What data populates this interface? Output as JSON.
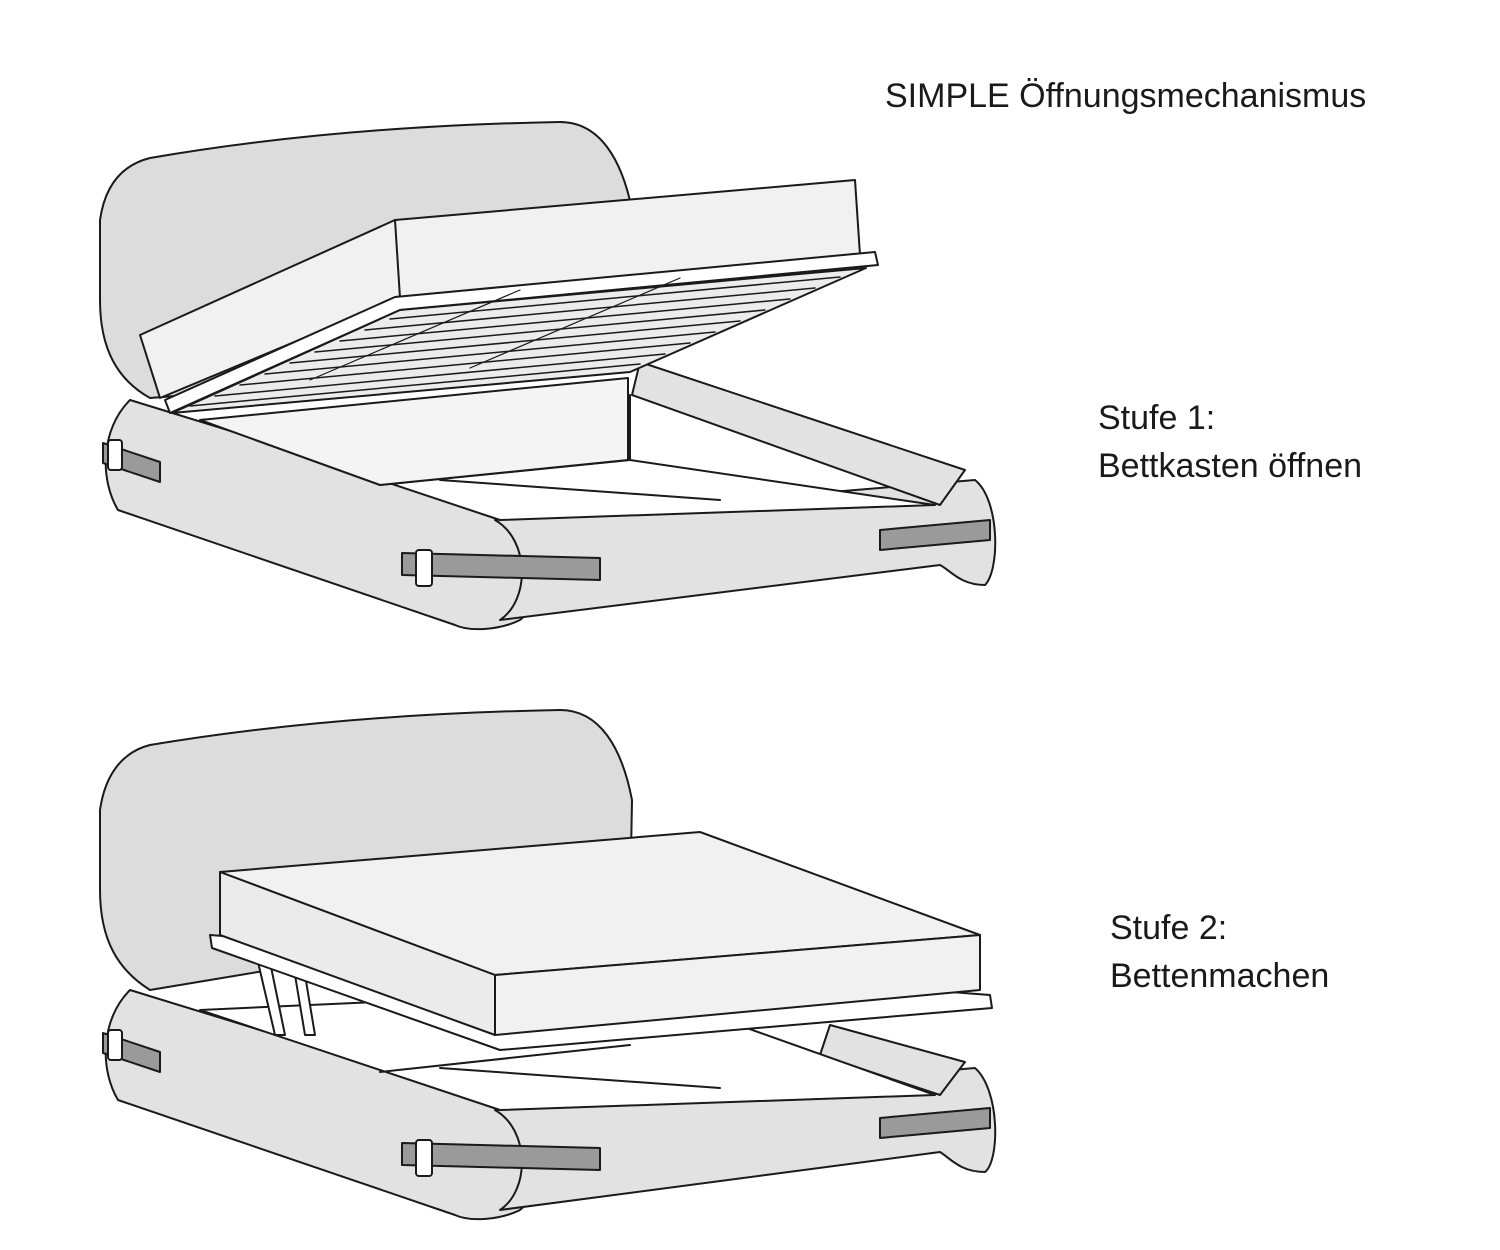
{
  "title": "SIMPLE Öffnungsmechanismus",
  "steps": [
    {
      "heading": "Stufe 1:",
      "description": "Bettkasten öffnen"
    },
    {
      "heading": "Stufe 2:",
      "description": "Bettenmachen"
    }
  ],
  "colors": {
    "line": "#1a1a1a",
    "upholstery": "#e2e2e2",
    "headboard": "#dcdcdc",
    "strap": "#9a9a9a",
    "mattress": "#f1f1f1",
    "background": "#ffffff"
  }
}
